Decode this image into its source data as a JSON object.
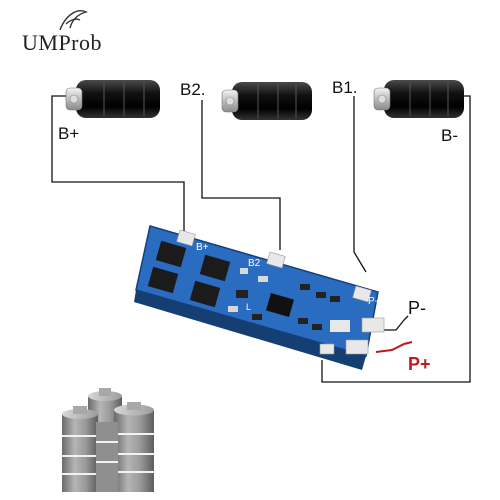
{
  "brand": {
    "text": "UMProb"
  },
  "labels": {
    "b_plus": "B+",
    "b2": "B2.",
    "b1": "B1.",
    "b_minus": "B-",
    "p_minus": "P-",
    "p_plus": "P+"
  },
  "board": {
    "pad_b_plus": "B+",
    "pad_b2": "B2",
    "pad_p_minus": "P-",
    "pad_p_plus": "P+",
    "chip": "L"
  },
  "colors": {
    "wire": "#111111",
    "pcb": "#1f5fb0",
    "pcb_dark": "#16487f",
    "battery": "#1a1a1a",
    "p_plus_text": "#c0181b",
    "p_plus_wire": "#c0181b"
  }
}
